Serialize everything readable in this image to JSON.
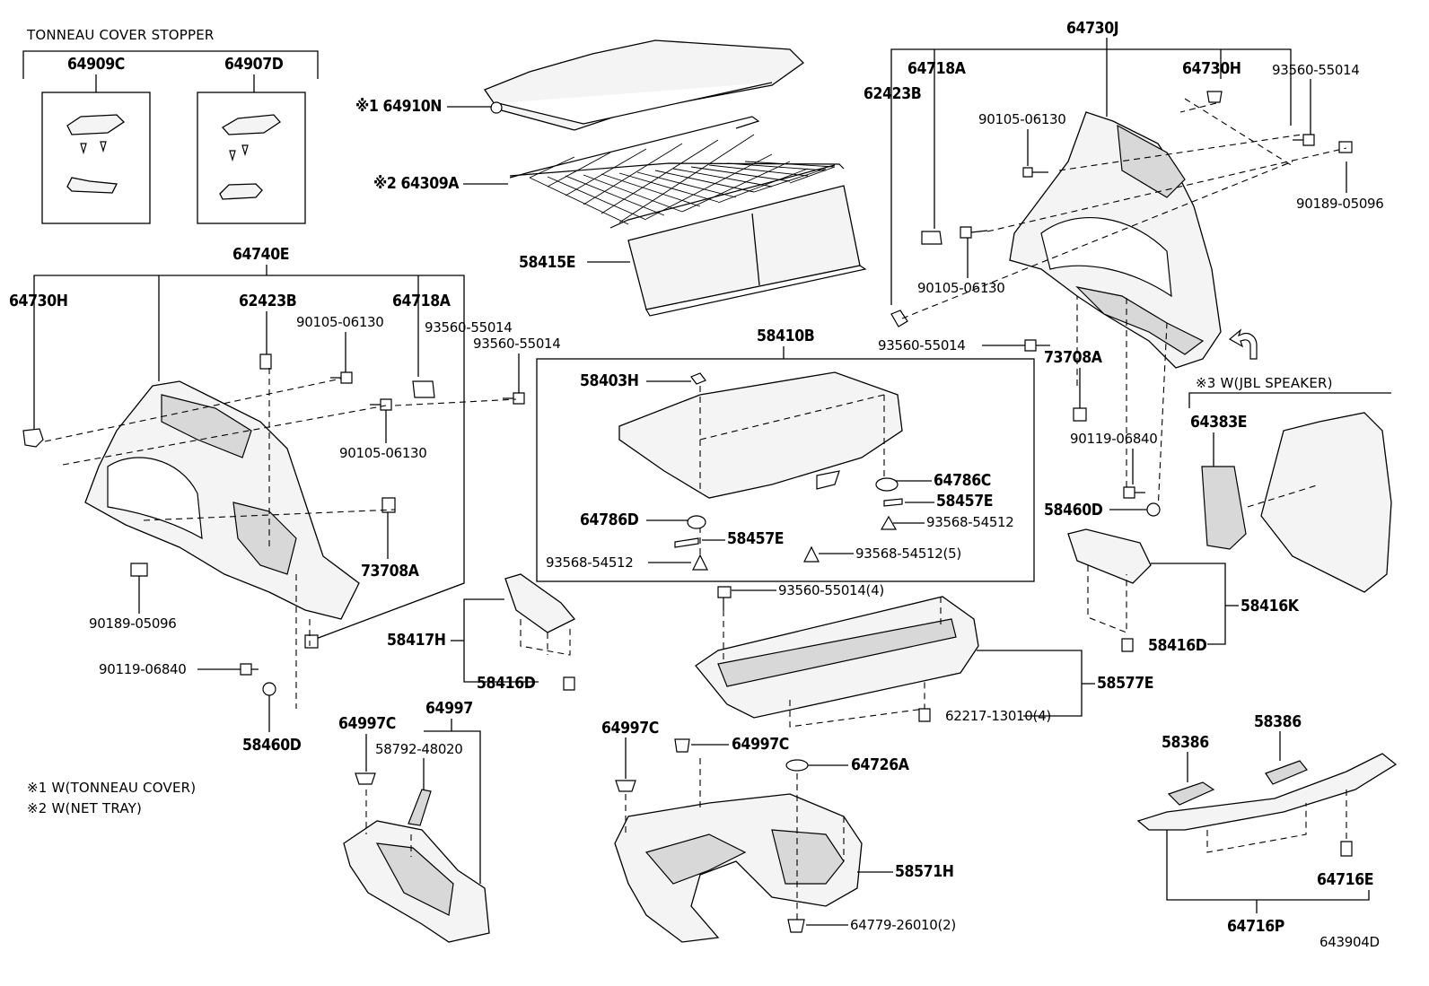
{
  "labels": {
    "tonneau_header": "TONNEAU COVER STOPPER",
    "p64909C": "64909C",
    "p64907D": "64907D",
    "p64910N": "※1 64910N",
    "p64309A": "※2 64309A",
    "p58415E": "58415E",
    "p64730J": "64730J",
    "p64718A_r": "64718A",
    "p62423B_r": "62423B",
    "p64730H_r": "64730H",
    "p93560_55014_r1": "93560-55014",
    "p90105_06130_r1": "90105-06130",
    "p90189_05096_r": "90189-05096",
    "p90105_06130_r2": "90105-06130",
    "p93560_55014_r2": "93560-55014",
    "p73708A_r": "73708A",
    "jbl_header": "※3 W(JBL SPEAKER)",
    "p64383E": "64383E",
    "p90119_06840_r": "90119-06840",
    "p58460D_r": "58460D",
    "p58416K": "58416K",
    "p58416D_r": "58416D",
    "p64740E": "64740E",
    "p64730H_l": "64730H",
    "p62423B_l": "62423B",
    "p64718A_l": "64718A",
    "p90105_06130_l1": "90105-06130",
    "p93560_55014_l1": "93560-55014",
    "p93560_55014_l2": "93560-55014",
    "p90105_06130_l2": "90105-06130",
    "p73708A_l": "73708A",
    "p90189_05096_l": "90189-05096",
    "p90119_06840_l": "90119-06840",
    "p58460D_l": "58460D",
    "p58410B": "58410B",
    "p58403H": "58403H",
    "p64786C": "64786C",
    "p58457E_1": "58457E",
    "p93568_54512_1": "93568-54512",
    "p64786D": "64786D",
    "p58457E_2": "58457E",
    "p93568_54512_2": "93568-54512",
    "p93568_54512_5": "93568-54512(5)",
    "p93560_55014_4": "93560-55014(4)",
    "p58577E": "58577E",
    "p62217_13010_4": "62217-13010(4)",
    "p58417H": "58417H",
    "p58416D_c": "58416D",
    "p64997C_1": "64997C",
    "p64997": "64997",
    "p58792_48020": "58792-48020",
    "p64997C_2": "64997C",
    "p64997C_3": "64997C",
    "p64726A": "64726A",
    "p58571H": "58571H",
    "p64779_26010_2": "64779-26010(2)",
    "p58386_1": "58386",
    "p58386_2": "58386",
    "p64716E": "64716E",
    "p64716P": "64716P",
    "note1": "※1 W(TONNEAU COVER)",
    "note2": "※2 W(NET TRAY)",
    "diagram_id": "643904D"
  }
}
